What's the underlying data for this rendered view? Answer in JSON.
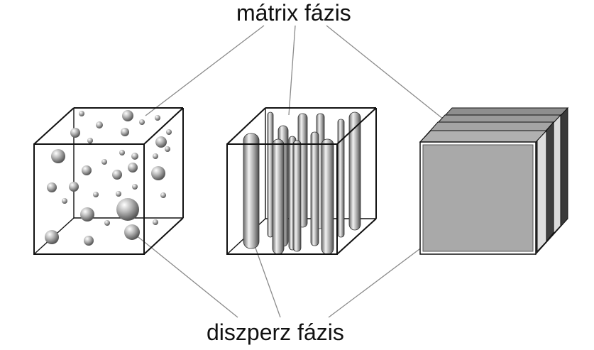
{
  "labels": {
    "matrix": "mátrix fázis",
    "dispersed": "diszperz fázis"
  },
  "colors": {
    "edge": "#111111",
    "leader": "#8a8a8a",
    "plate_face": "#a9a9a9",
    "plate_dark": "#3a3a3a"
  },
  "panels": [
    {
      "id": "particle",
      "description_icon": "sphere-particles"
    },
    {
      "id": "fiber",
      "description_icon": "cylinder-fibers"
    },
    {
      "id": "laminate",
      "description_icon": "stacked-plates"
    }
  ]
}
